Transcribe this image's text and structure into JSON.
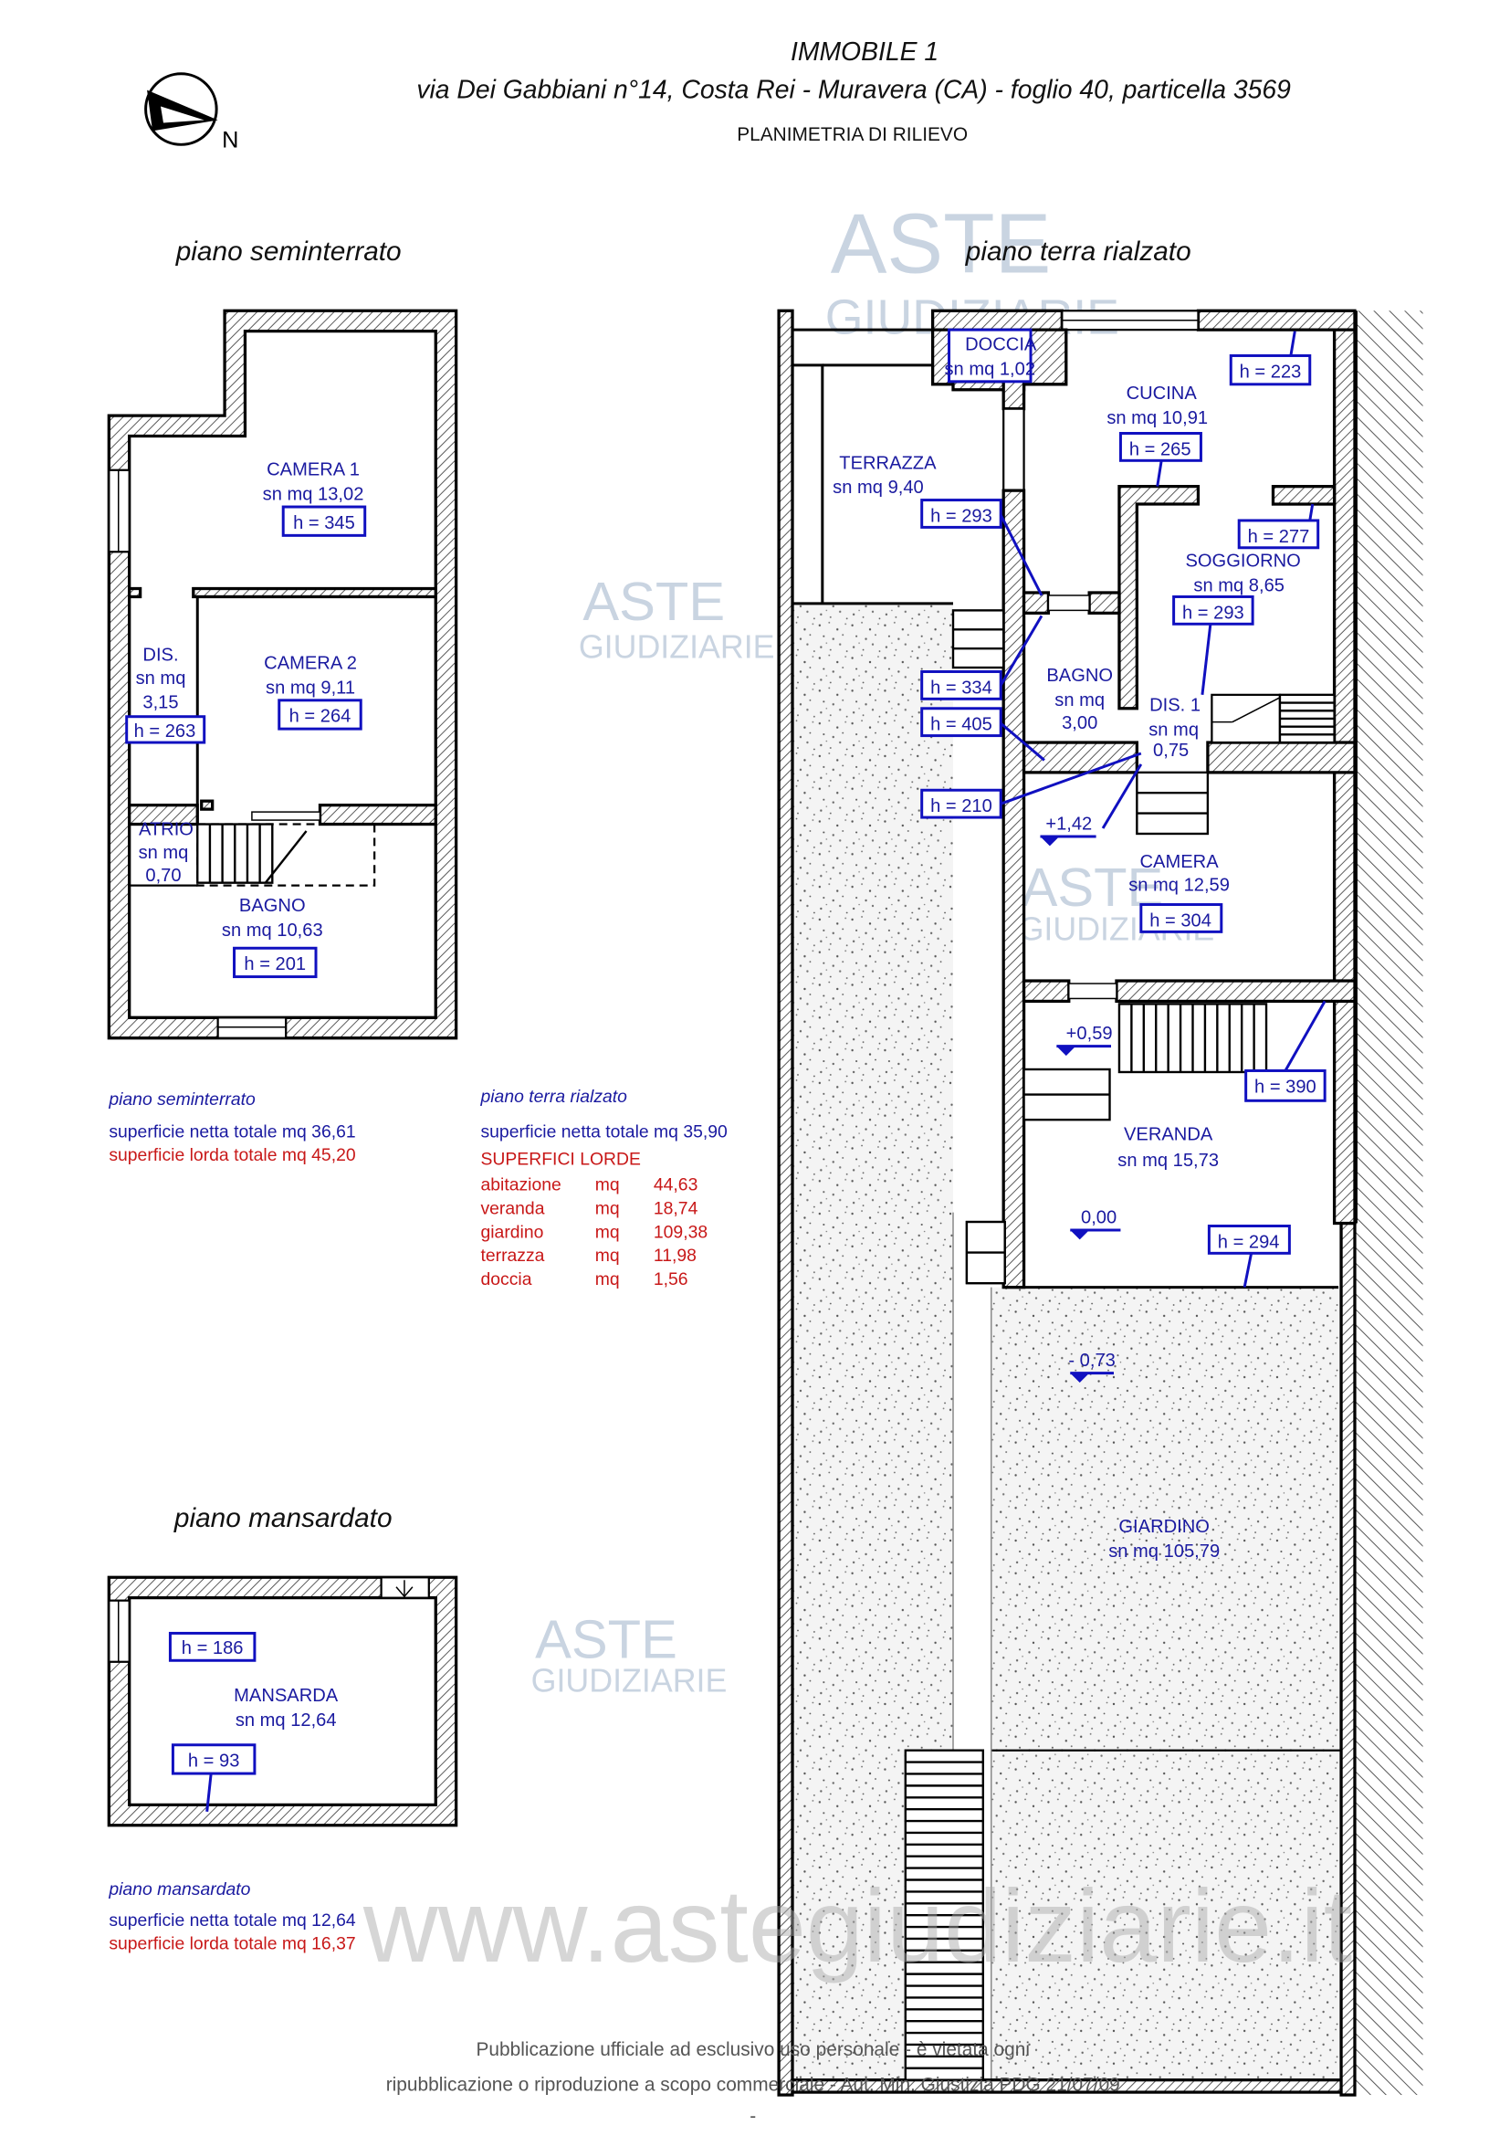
{
  "header": {
    "title": "IMMOBILE 1",
    "address": "via Dei Gabbiani n°14, Costa Rei - Muravera (CA) -  foglio 40, particella 3569",
    "subtitle": "PLANIMETRIA DI RILIEVO",
    "north_label": "N"
  },
  "seminterrato": {
    "title": "piano seminterrato",
    "rooms": [
      {
        "name": "CAMERA 1",
        "area": "sn mq 13,02",
        "h": "h = 345"
      },
      {
        "name": "DIS.",
        "area1": "sn mq",
        "area2": "3,15",
        "h": "h = 263"
      },
      {
        "name": "CAMERA 2",
        "area": "sn mq 9,11",
        "h": "h = 264"
      },
      {
        "name": "ATRIO",
        "area1": "sn mq",
        "area2": "0,70"
      },
      {
        "name": "BAGNO",
        "area": "sn mq 10,63",
        "h": "h = 201"
      }
    ],
    "legend": {
      "title": "piano seminterrato",
      "netta": "superficie netta totale mq 36,61",
      "lorda": "superficie lorda totale mq 45,20"
    }
  },
  "terra": {
    "title": "piano terra rialzato",
    "rooms": {
      "doccia": {
        "name": "DOCCIA",
        "area": "sn mq 1,02"
      },
      "cucina": {
        "name": "CUCINA",
        "area": "sn mq 10,91",
        "h": "h = 265"
      },
      "terrazza": {
        "name": "TERRAZZA",
        "area": "sn mq 9,40",
        "h": "h = 293"
      },
      "soggiorno": {
        "name": "SOGGIORNO",
        "area": "sn mq 8,65",
        "h": "h = 293"
      },
      "bagno": {
        "name": "BAGNO",
        "area1": "sn mq",
        "area2": "3,00"
      },
      "dis1": {
        "name": "DIS. 1",
        "area1": "sn mq",
        "area2": "0,75"
      },
      "camera": {
        "name": "CAMERA",
        "area": "sn mq 12,59",
        "h": "h = 304"
      },
      "veranda": {
        "name": "VERANDA",
        "area": "sn mq 15,73"
      },
      "giardino": {
        "name": "GIARDINO",
        "area": "sn mq 105,79"
      }
    },
    "heights": {
      "h223": "h = 223",
      "h277": "h = 277",
      "h334": "h = 334",
      "h405": "h = 405",
      "h210": "h = 210",
      "h390": "h = 390",
      "h294": "h = 294"
    },
    "levels": {
      "l1": "+1,42",
      "l2": "+0,59",
      "l3": "0,00",
      "l4": "- 0,73"
    },
    "legend": {
      "title": "piano terra rialzato",
      "netta": "superficie netta totale mq 35,90",
      "lorde_title": "SUPERFICI LORDE",
      "rows": [
        {
          "label": "abitazione",
          "unit": "mq",
          "value": "44,63"
        },
        {
          "label": "veranda",
          "unit": "mq",
          "value": "18,74"
        },
        {
          "label": "giardino",
          "unit": "mq",
          "value": "109,38"
        },
        {
          "label": "terrazza",
          "unit": "mq",
          "value": "11,98"
        },
        {
          "label": "doccia",
          "unit": "mq",
          "value": "1,56"
        }
      ]
    }
  },
  "mansardato": {
    "title": "piano mansardato",
    "room": {
      "name": "MANSARDA",
      "area": "sn mq 12,64",
      "h1": "h = 186",
      "h2": "h = 93"
    },
    "legend": {
      "title": "piano mansardato",
      "netta": "superficie netta totale mq 12,64",
      "lorda": "superficie lorda totale mq 16,37"
    }
  },
  "watermark": {
    "aste": "ASTE",
    "giudiziarie": "GIUDIZIARIE",
    "url": "www.astegiudiziarie.it"
  },
  "footer": {
    "line1": "Pubblicazione ufficiale ad esclusivo uso personale - è vietata ogni",
    "line2": "ripubblicazione o riproduzione a scopo commerciale - Aut. Min. Giustizia PDG 21/07/09",
    "line3": "-"
  }
}
